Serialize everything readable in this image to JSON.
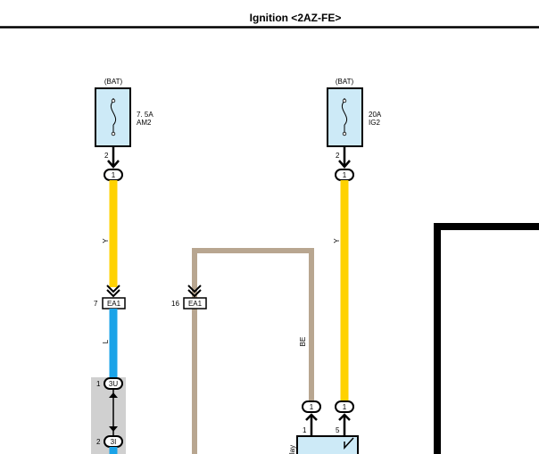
{
  "header": {
    "title": "Ignition <2AZ-FE>"
  },
  "colors": {
    "yellow_wire": "#ffd200",
    "blue_wire": "#1aa3e8",
    "beige_wire": "#b8a690",
    "fuse_fill": "#cdeaf7",
    "junction_fill": "#d0d0d0",
    "relay_fill": "#cdeaf7",
    "black": "#000000"
  },
  "fuses": [
    {
      "source": "(BAT)",
      "rating": "7. 5A",
      "name": "AM2",
      "pin": "2",
      "connector": "1"
    },
    {
      "source": "(BAT)",
      "rating": "20A",
      "name": "IG2",
      "pin": "2",
      "connector": "1"
    }
  ],
  "wires": {
    "am2_upper": "Y",
    "am2_lower": "L",
    "beige": "BE",
    "ig2": "Y"
  },
  "connectors": {
    "ea1_left": {
      "pin": "7",
      "name": "EA1"
    },
    "ea1_right": {
      "pin": "16",
      "name": "EA1"
    },
    "junction_top": {
      "pin": "1",
      "name": "3U"
    },
    "junction_bottom": {
      "pin": "2",
      "name": "3I"
    },
    "relay_left": {
      "connector": "1",
      "pin": "1"
    },
    "relay_right": {
      "connector": "1",
      "pin": "5"
    }
  },
  "relay": {
    "label": "lay"
  }
}
